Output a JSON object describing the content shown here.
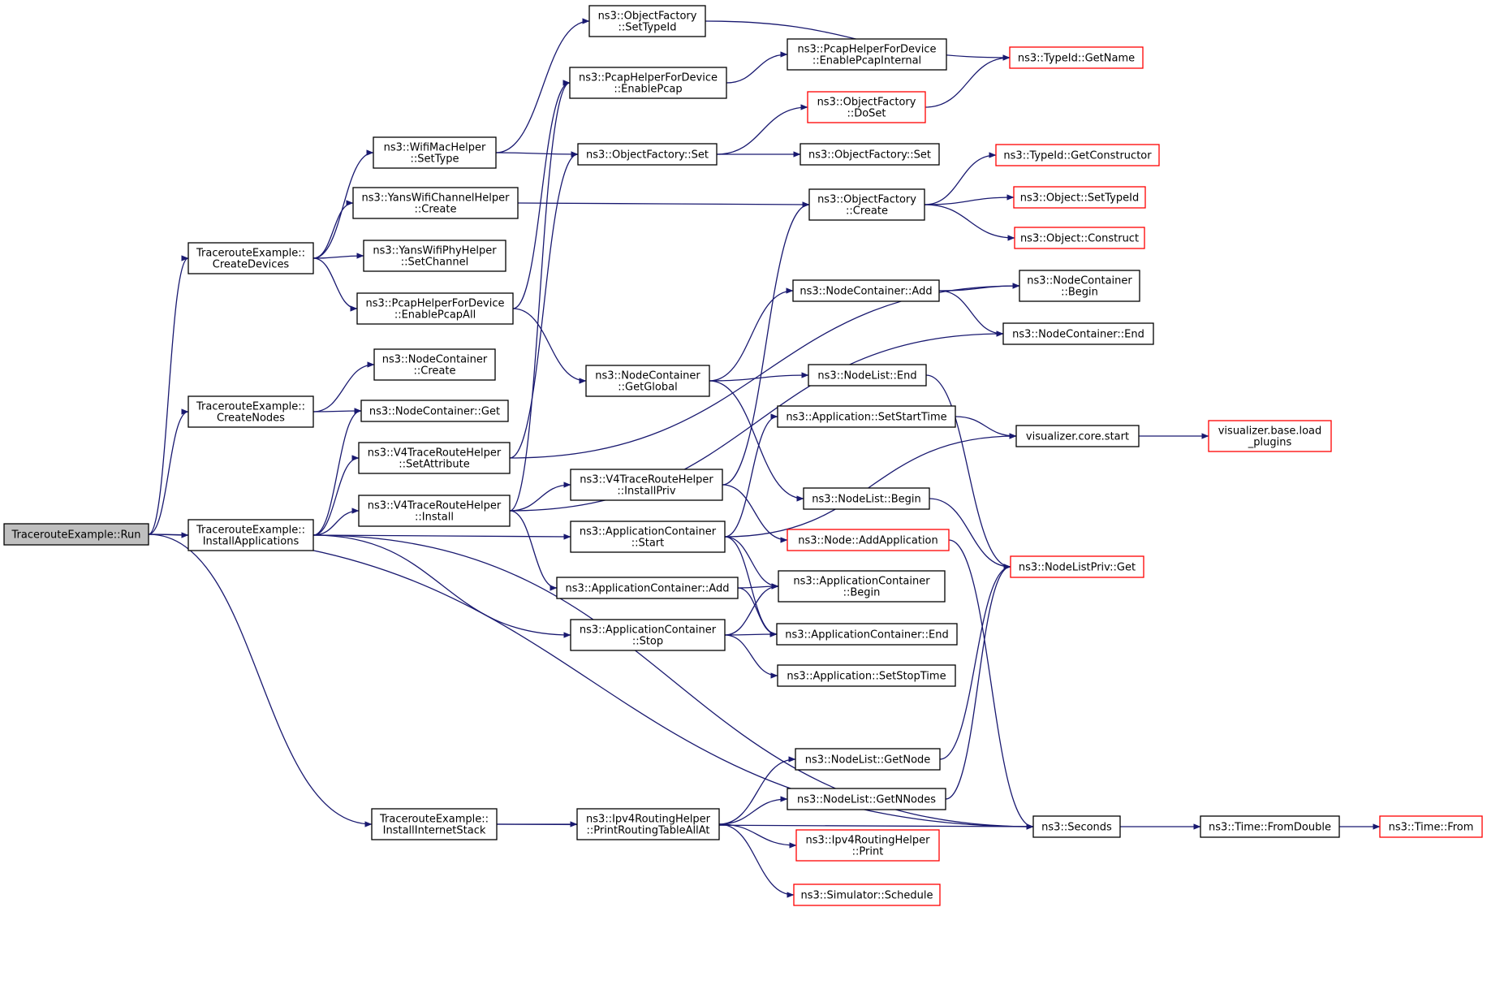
{
  "colors": {
    "edge": "#191970",
    "border_normal": "#000000",
    "border_truncated": "#ff0000",
    "root_fill": "#bfbfbf",
    "node_fill": "#ffffff"
  },
  "nodes": {
    "run": {
      "lines": [
        "TracerouteExample::Run"
      ],
      "style": "root"
    },
    "createDevices": {
      "lines": [
        "TracerouteExample::",
        "CreateDevices"
      ],
      "style": "normal"
    },
    "createNodes": {
      "lines": [
        "TracerouteExample::",
        "CreateNodes"
      ],
      "style": "normal"
    },
    "installApplications": {
      "lines": [
        "TracerouteExample::",
        "InstallApplications"
      ],
      "style": "normal"
    },
    "installInternetStack": {
      "lines": [
        "TracerouteExample::",
        "InstallInternetStack"
      ],
      "style": "normal"
    },
    "seconds": {
      "lines": [
        "ns3::Seconds"
      ],
      "style": "normal"
    },
    "wifiSetType": {
      "lines": [
        "ns3::WifiMacHelper",
        "::SetType"
      ],
      "style": "normal"
    },
    "yansChannelCreate": {
      "lines": [
        "ns3::YansWifiChannelHelper",
        "::Create"
      ],
      "style": "normal"
    },
    "yansPhySetChannel": {
      "lines": [
        "ns3::YansWifiPhyHelper",
        "::SetChannel"
      ],
      "style": "normal"
    },
    "pcapEnableAll": {
      "lines": [
        "ns3::PcapHelperForDevice",
        "::EnablePcapAll"
      ],
      "style": "normal"
    },
    "ofSetTypeId": {
      "lines": [
        "ns3::ObjectFactory",
        "::SetTypeId"
      ],
      "style": "normal"
    },
    "ofSet": {
      "lines": [
        "ns3::ObjectFactory::Set"
      ],
      "style": "normal"
    },
    "typeIdGetName": {
      "lines": [
        "ns3::TypeId::GetName"
      ],
      "style": "truncated"
    },
    "ofDoSet": {
      "lines": [
        "ns3::ObjectFactory",
        "::DoSet"
      ],
      "style": "truncated"
    },
    "ofSet2": {
      "lines": [
        "ns3::ObjectFactory::Set"
      ],
      "style": "normal"
    },
    "ofCreate": {
      "lines": [
        "ns3::ObjectFactory",
        "::Create"
      ],
      "style": "normal"
    },
    "typeIdGetConstructor": {
      "lines": [
        "ns3::TypeId::GetConstructor"
      ],
      "style": "truncated"
    },
    "objectSetTypeId": {
      "lines": [
        "ns3::Object::SetTypeId"
      ],
      "style": "truncated"
    },
    "objectConstruct": {
      "lines": [
        "ns3::Object::Construct"
      ],
      "style": "truncated"
    },
    "pcapEnable": {
      "lines": [
        "ns3::PcapHelperForDevice",
        "::EnablePcap"
      ],
      "style": "normal"
    },
    "pcapEnableInternal": {
      "lines": [
        "ns3::PcapHelperForDevice",
        "::EnablePcapInternal"
      ],
      "style": "normal"
    },
    "ncGetGlobal": {
      "lines": [
        "ns3::NodeContainer",
        "::GetGlobal"
      ],
      "style": "normal"
    },
    "ncAdd": {
      "lines": [
        "ns3::NodeContainer::Add"
      ],
      "style": "normal"
    },
    "ncBegin": {
      "lines": [
        "ns3::NodeContainer",
        "::Begin"
      ],
      "style": "normal"
    },
    "ncEnd": {
      "lines": [
        "ns3::NodeContainer::End"
      ],
      "style": "normal"
    },
    "nlEnd": {
      "lines": [
        "ns3::NodeList::End"
      ],
      "style": "normal"
    },
    "nlBegin": {
      "lines": [
        "ns3::NodeList::Begin"
      ],
      "style": "normal"
    },
    "nlpGet": {
      "lines": [
        "ns3::NodeListPriv::Get"
      ],
      "style": "truncated"
    },
    "ncCreate": {
      "lines": [
        "ns3::NodeContainer",
        "::Create"
      ],
      "style": "normal"
    },
    "ncGet": {
      "lines": [
        "ns3::NodeContainer::Get"
      ],
      "style": "normal"
    },
    "v4SetAttribute": {
      "lines": [
        "ns3::V4TraceRouteHelper",
        "::SetAttribute"
      ],
      "style": "normal"
    },
    "v4Install": {
      "lines": [
        "ns3::V4TraceRouteHelper",
        "::Install"
      ],
      "style": "normal"
    },
    "v4InstallPriv": {
      "lines": [
        "ns3::V4TraceRouteHelper",
        "::InstallPriv"
      ],
      "style": "normal"
    },
    "nodeAddApp": {
      "lines": [
        "ns3::Node::AddApplication"
      ],
      "style": "truncated"
    },
    "appSetStartTime": {
      "lines": [
        "ns3::Application::SetStartTime"
      ],
      "style": "normal"
    },
    "vizCoreStart": {
      "lines": [
        "visualizer.core.start"
      ],
      "style": "normal"
    },
    "vizLoadPlugins": {
      "lines": [
        "visualizer.base.load",
        "_plugins"
      ],
      "style": "truncated"
    },
    "acStart": {
      "lines": [
        "ns3::ApplicationContainer",
        "::Start"
      ],
      "style": "normal"
    },
    "acAdd": {
      "lines": [
        "ns3::ApplicationContainer::Add"
      ],
      "style": "normal"
    },
    "acBegin": {
      "lines": [
        "ns3::ApplicationContainer",
        "::Begin"
      ],
      "style": "normal"
    },
    "acEnd": {
      "lines": [
        "ns3::ApplicationContainer::End"
      ],
      "style": "normal"
    },
    "acStop": {
      "lines": [
        "ns3::ApplicationContainer",
        "::Stop"
      ],
      "style": "normal"
    },
    "appSetStopTime": {
      "lines": [
        "ns3::Application::SetStopTime"
      ],
      "style": "normal"
    },
    "ipv4PrintAll": {
      "lines": [
        "ns3::Ipv4RoutingHelper",
        "::PrintRoutingTableAllAt"
      ],
      "style": "normal"
    },
    "nlGetNode": {
      "lines": [
        "ns3::NodeList::GetNode"
      ],
      "style": "normal"
    },
    "nlGetNNodes": {
      "lines": [
        "ns3::NodeList::GetNNodes"
      ],
      "style": "normal"
    },
    "ipv4Print": {
      "lines": [
        "ns3::Ipv4RoutingHelper",
        "::Print"
      ],
      "style": "truncated"
    },
    "simSchedule": {
      "lines": [
        "ns3::Simulator::Schedule"
      ],
      "style": "truncated"
    },
    "timeFromDouble": {
      "lines": [
        "ns3::Time::FromDouble"
      ],
      "style": "normal"
    },
    "timeFrom": {
      "lines": [
        "ns3::Time::From"
      ],
      "style": "truncated"
    }
  },
  "edges": [
    [
      "run",
      "createDevices"
    ],
    [
      "run",
      "createNodes"
    ],
    [
      "run",
      "installApplications"
    ],
    [
      "run",
      "installInternetStack"
    ],
    [
      "run",
      "seconds"
    ],
    [
      "createDevices",
      "wifiSetType"
    ],
    [
      "createDevices",
      "yansChannelCreate"
    ],
    [
      "createDevices",
      "yansPhySetChannel"
    ],
    [
      "createDevices",
      "pcapEnableAll"
    ],
    [
      "wifiSetType",
      "ofSetTypeId"
    ],
    [
      "wifiSetType",
      "ofSet"
    ],
    [
      "ofSetTypeId",
      "typeIdGetName"
    ],
    [
      "ofSet",
      "ofDoSet"
    ],
    [
      "ofSet",
      "ofSet2"
    ],
    [
      "ofDoSet",
      "typeIdGetName"
    ],
    [
      "yansChannelCreate",
      "ofCreate"
    ],
    [
      "ofCreate",
      "typeIdGetConstructor"
    ],
    [
      "ofCreate",
      "objectSetTypeId"
    ],
    [
      "ofCreate",
      "objectConstruct"
    ],
    [
      "pcapEnableAll",
      "pcapEnable"
    ],
    [
      "pcapEnableAll",
      "ncGetGlobal"
    ],
    [
      "pcapEnable",
      "pcapEnableInternal"
    ],
    [
      "ncGetGlobal",
      "ncAdd"
    ],
    [
      "ncGetGlobal",
      "nlEnd"
    ],
    [
      "ncGetGlobal",
      "nlBegin"
    ],
    [
      "ncAdd",
      "ncBegin"
    ],
    [
      "ncAdd",
      "ncEnd"
    ],
    [
      "nlEnd",
      "nlpGet"
    ],
    [
      "nlBegin",
      "nlpGet"
    ],
    [
      "createNodes",
      "ncCreate"
    ],
    [
      "createNodes",
      "ncGet"
    ],
    [
      "installApplications",
      "ncGet"
    ],
    [
      "installApplications",
      "v4SetAttribute"
    ],
    [
      "installApplications",
      "v4Install"
    ],
    [
      "installApplications",
      "acStart"
    ],
    [
      "installApplications",
      "acStop"
    ],
    [
      "installApplications",
      "seconds"
    ],
    [
      "v4SetAttribute",
      "ncBegin"
    ],
    [
      "v4SetAttribute",
      "ofSet"
    ],
    [
      "v4Install",
      "ncEnd"
    ],
    [
      "v4Install",
      "v4InstallPriv"
    ],
    [
      "v4Install",
      "acAdd"
    ],
    [
      "v4Install",
      "pcapEnable"
    ],
    [
      "v4InstallPriv",
      "ofCreate"
    ],
    [
      "v4InstallPriv",
      "nodeAddApp"
    ],
    [
      "nodeAddApp",
      "seconds"
    ],
    [
      "acStart",
      "appSetStartTime"
    ],
    [
      "acStart",
      "vizCoreStart"
    ],
    [
      "acStart",
      "acBegin"
    ],
    [
      "acStart",
      "acEnd"
    ],
    [
      "appSetStartTime",
      "vizCoreStart"
    ],
    [
      "vizCoreStart",
      "vizLoadPlugins"
    ],
    [
      "acAdd",
      "acBegin"
    ],
    [
      "acAdd",
      "acEnd"
    ],
    [
      "acStop",
      "acBegin"
    ],
    [
      "acStop",
      "acEnd"
    ],
    [
      "acStop",
      "appSetStopTime"
    ],
    [
      "installInternetStack",
      "ipv4PrintAll"
    ],
    [
      "installInternetStack",
      "seconds"
    ],
    [
      "ipv4PrintAll",
      "nlGetNode"
    ],
    [
      "ipv4PrintAll",
      "nlGetNNodes"
    ],
    [
      "ipv4PrintAll",
      "ipv4Print"
    ],
    [
      "ipv4PrintAll",
      "simSchedule"
    ],
    [
      "nlGetNode",
      "nlpGet"
    ],
    [
      "nlGetNNodes",
      "nlpGet"
    ],
    [
      "seconds",
      "timeFromDouble"
    ],
    [
      "timeFromDouble",
      "timeFrom"
    ]
  ]
}
